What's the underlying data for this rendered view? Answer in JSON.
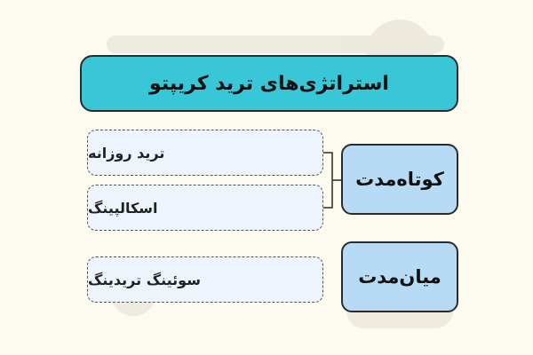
{
  "title": "استراتژی‌های ترید کریپتو",
  "categories": [
    {
      "label": "کوتاه‌مدت",
      "items": [
        "ترید روزانه",
        "اسکالپینگ"
      ]
    },
    {
      "label": "میان‌مدت",
      "items": [
        "سوئینگ تریدینگ"
      ]
    }
  ],
  "colors": {
    "background": "#fdfaf0",
    "title_fill": "#39c7d8",
    "category_fill": "#b7dbf5",
    "item_fill": "#edf4fc",
    "border": "#2b2b2b"
  }
}
